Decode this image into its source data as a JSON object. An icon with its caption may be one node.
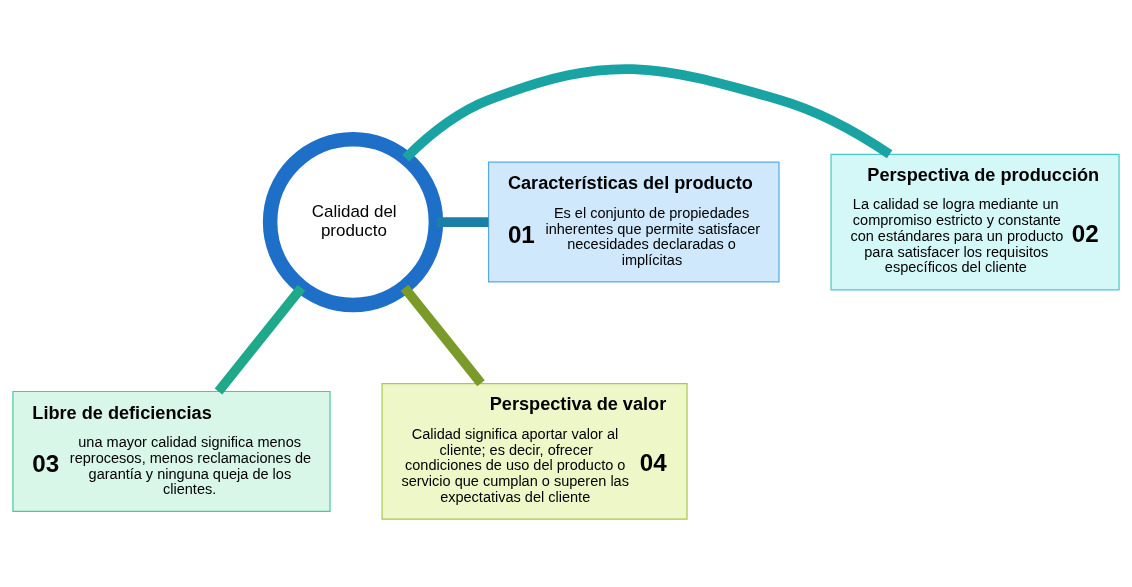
{
  "diagram": {
    "nodes": [
      {
        "text": [
          "Calidad del producto"
        ]
      },
      {
        "text": [
          "Características del producto",
          "01",
          "Es el conjunto de propiedades inherentes que permite satisfacer necesidades declaradas o implícitas"
        ]
      },
      {
        "text": [
          "Perspectiva de producción",
          "La calidad se logra mediante un compromiso estricto y constante con estándares para un producto para satisfacer los requisitos específicos del cliente",
          "02"
        ]
      },
      {
        "text": [
          "Libre de deficiencias",
          "03",
          "una mayor calidad significa menos reprocesos, menos reclamaciones de garantía y ninguna queja de los clientes."
        ]
      },
      {
        "text": [
          "Perspectiva de valor",
          "Calidad significa aportar valor al cliente; es decir, ofrecer condiciones de uso del producto o servicio que cumplan o superen las expectativas del cliente",
          "04"
        ]
      }
    ],
    "edges": [
      {
        "from": 0,
        "to": 1,
        "arrow": "none",
        "color": "#1b7fa8"
      },
      {
        "from": 0,
        "to": 2,
        "arrow": "none",
        "color": "#1aa3a3"
      },
      {
        "from": 0,
        "to": 3,
        "arrow": "none",
        "color": "#1fa88a"
      },
      {
        "from": 0,
        "to": 4,
        "arrow": "none",
        "color": "#7a9a2a"
      }
    ]
  }
}
